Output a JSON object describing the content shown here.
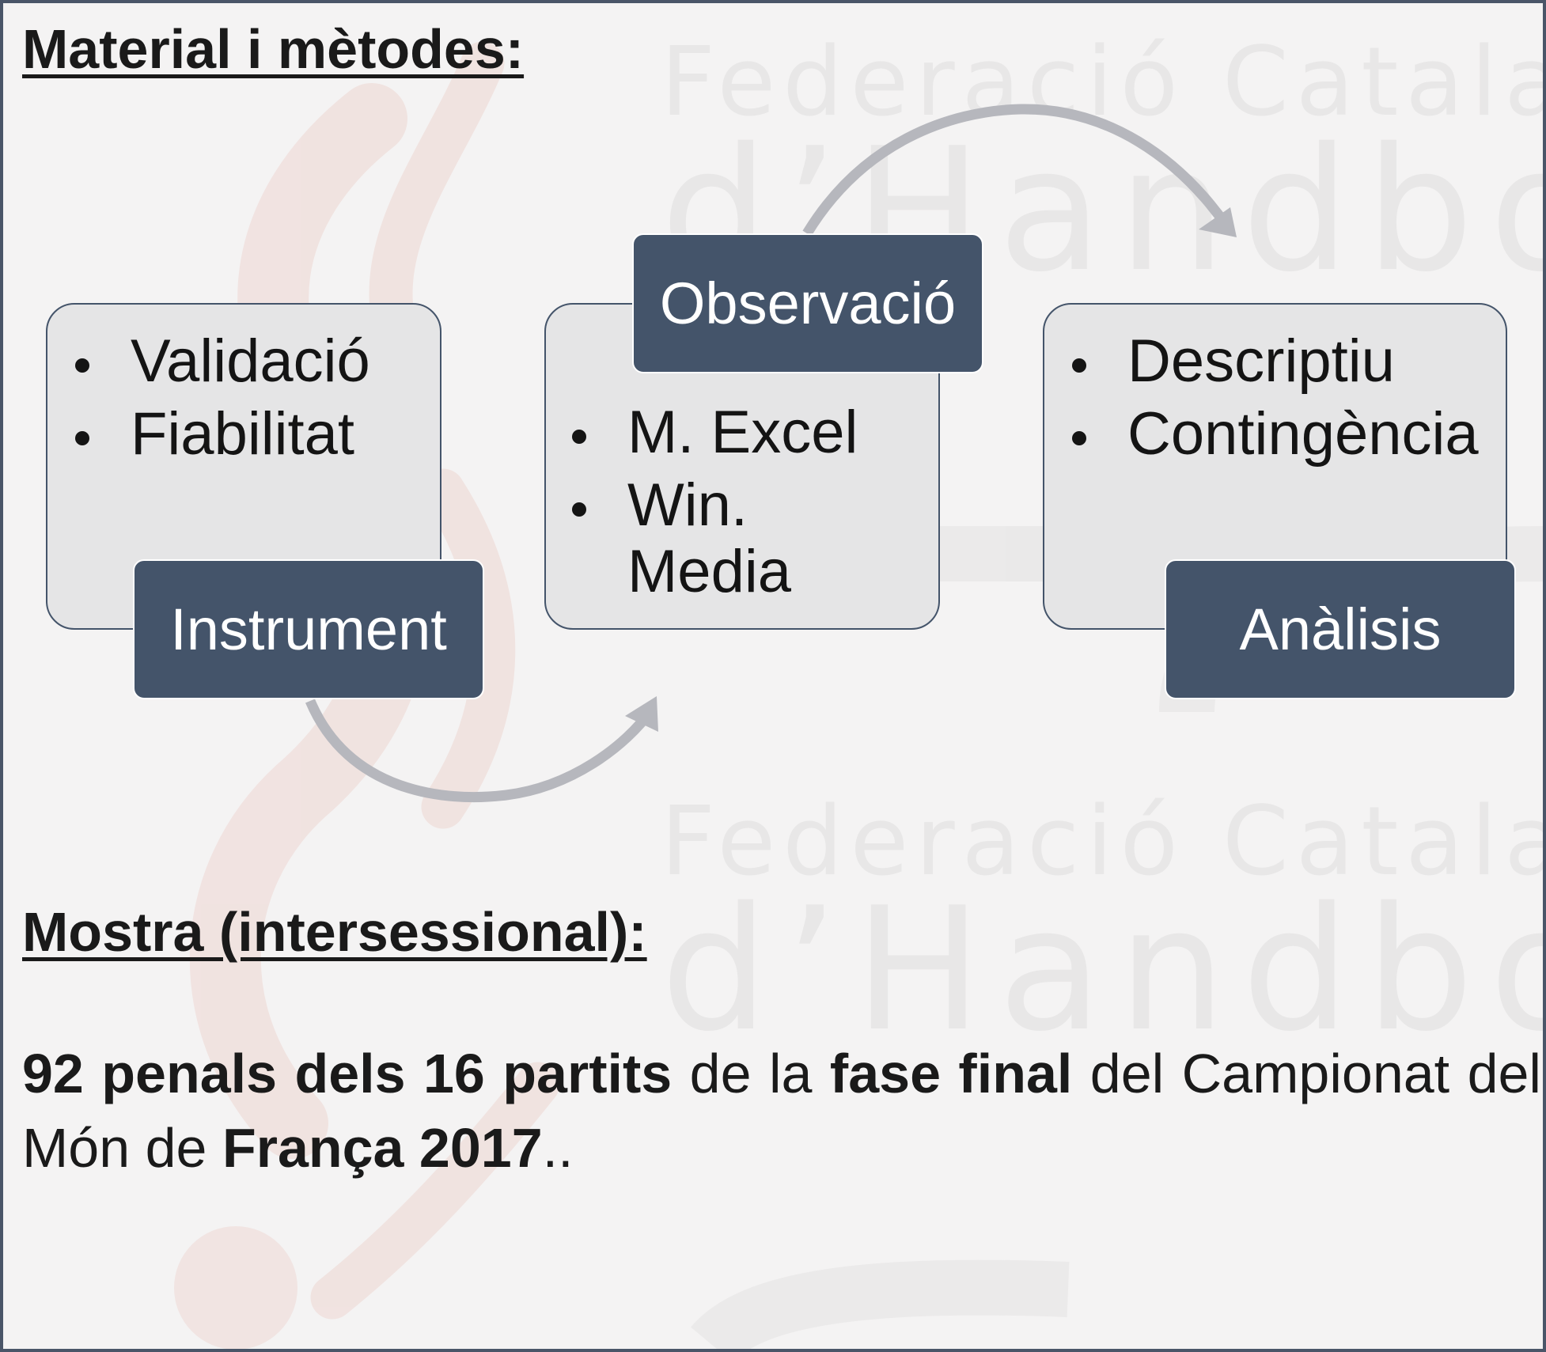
{
  "watermark": {
    "line1": "Federació Catalana",
    "line2": "d’Handbol",
    "line3": "Federació Catalana",
    "line4": "d’Handbol"
  },
  "section1": {
    "heading": "Material i mètodes:"
  },
  "diagram": {
    "steps": [
      {
        "label": "Instrument",
        "items": [
          "Validació",
          "Fiabilitat"
        ]
      },
      {
        "label": "Observació",
        "items": [
          "M. Excel",
          "Win. Media"
        ]
      },
      {
        "label": "Anàlisis",
        "items": [
          "Descriptiu",
          "Contingència"
        ]
      }
    ]
  },
  "section2": {
    "heading": "Mostra (intersessional):",
    "text": {
      "p1": "92 penals dels 16 partits",
      "p2": " de la ",
      "p3": "fase final",
      "p4": " del Campionat del Món de ",
      "p5": "França 2017",
      "p6": ".."
    }
  },
  "colors": {
    "box_fill": "#e5e5e6",
    "label_fill": "#44546a",
    "arrow": "#b6b7bd",
    "logo_red": "#e8c9c4"
  }
}
